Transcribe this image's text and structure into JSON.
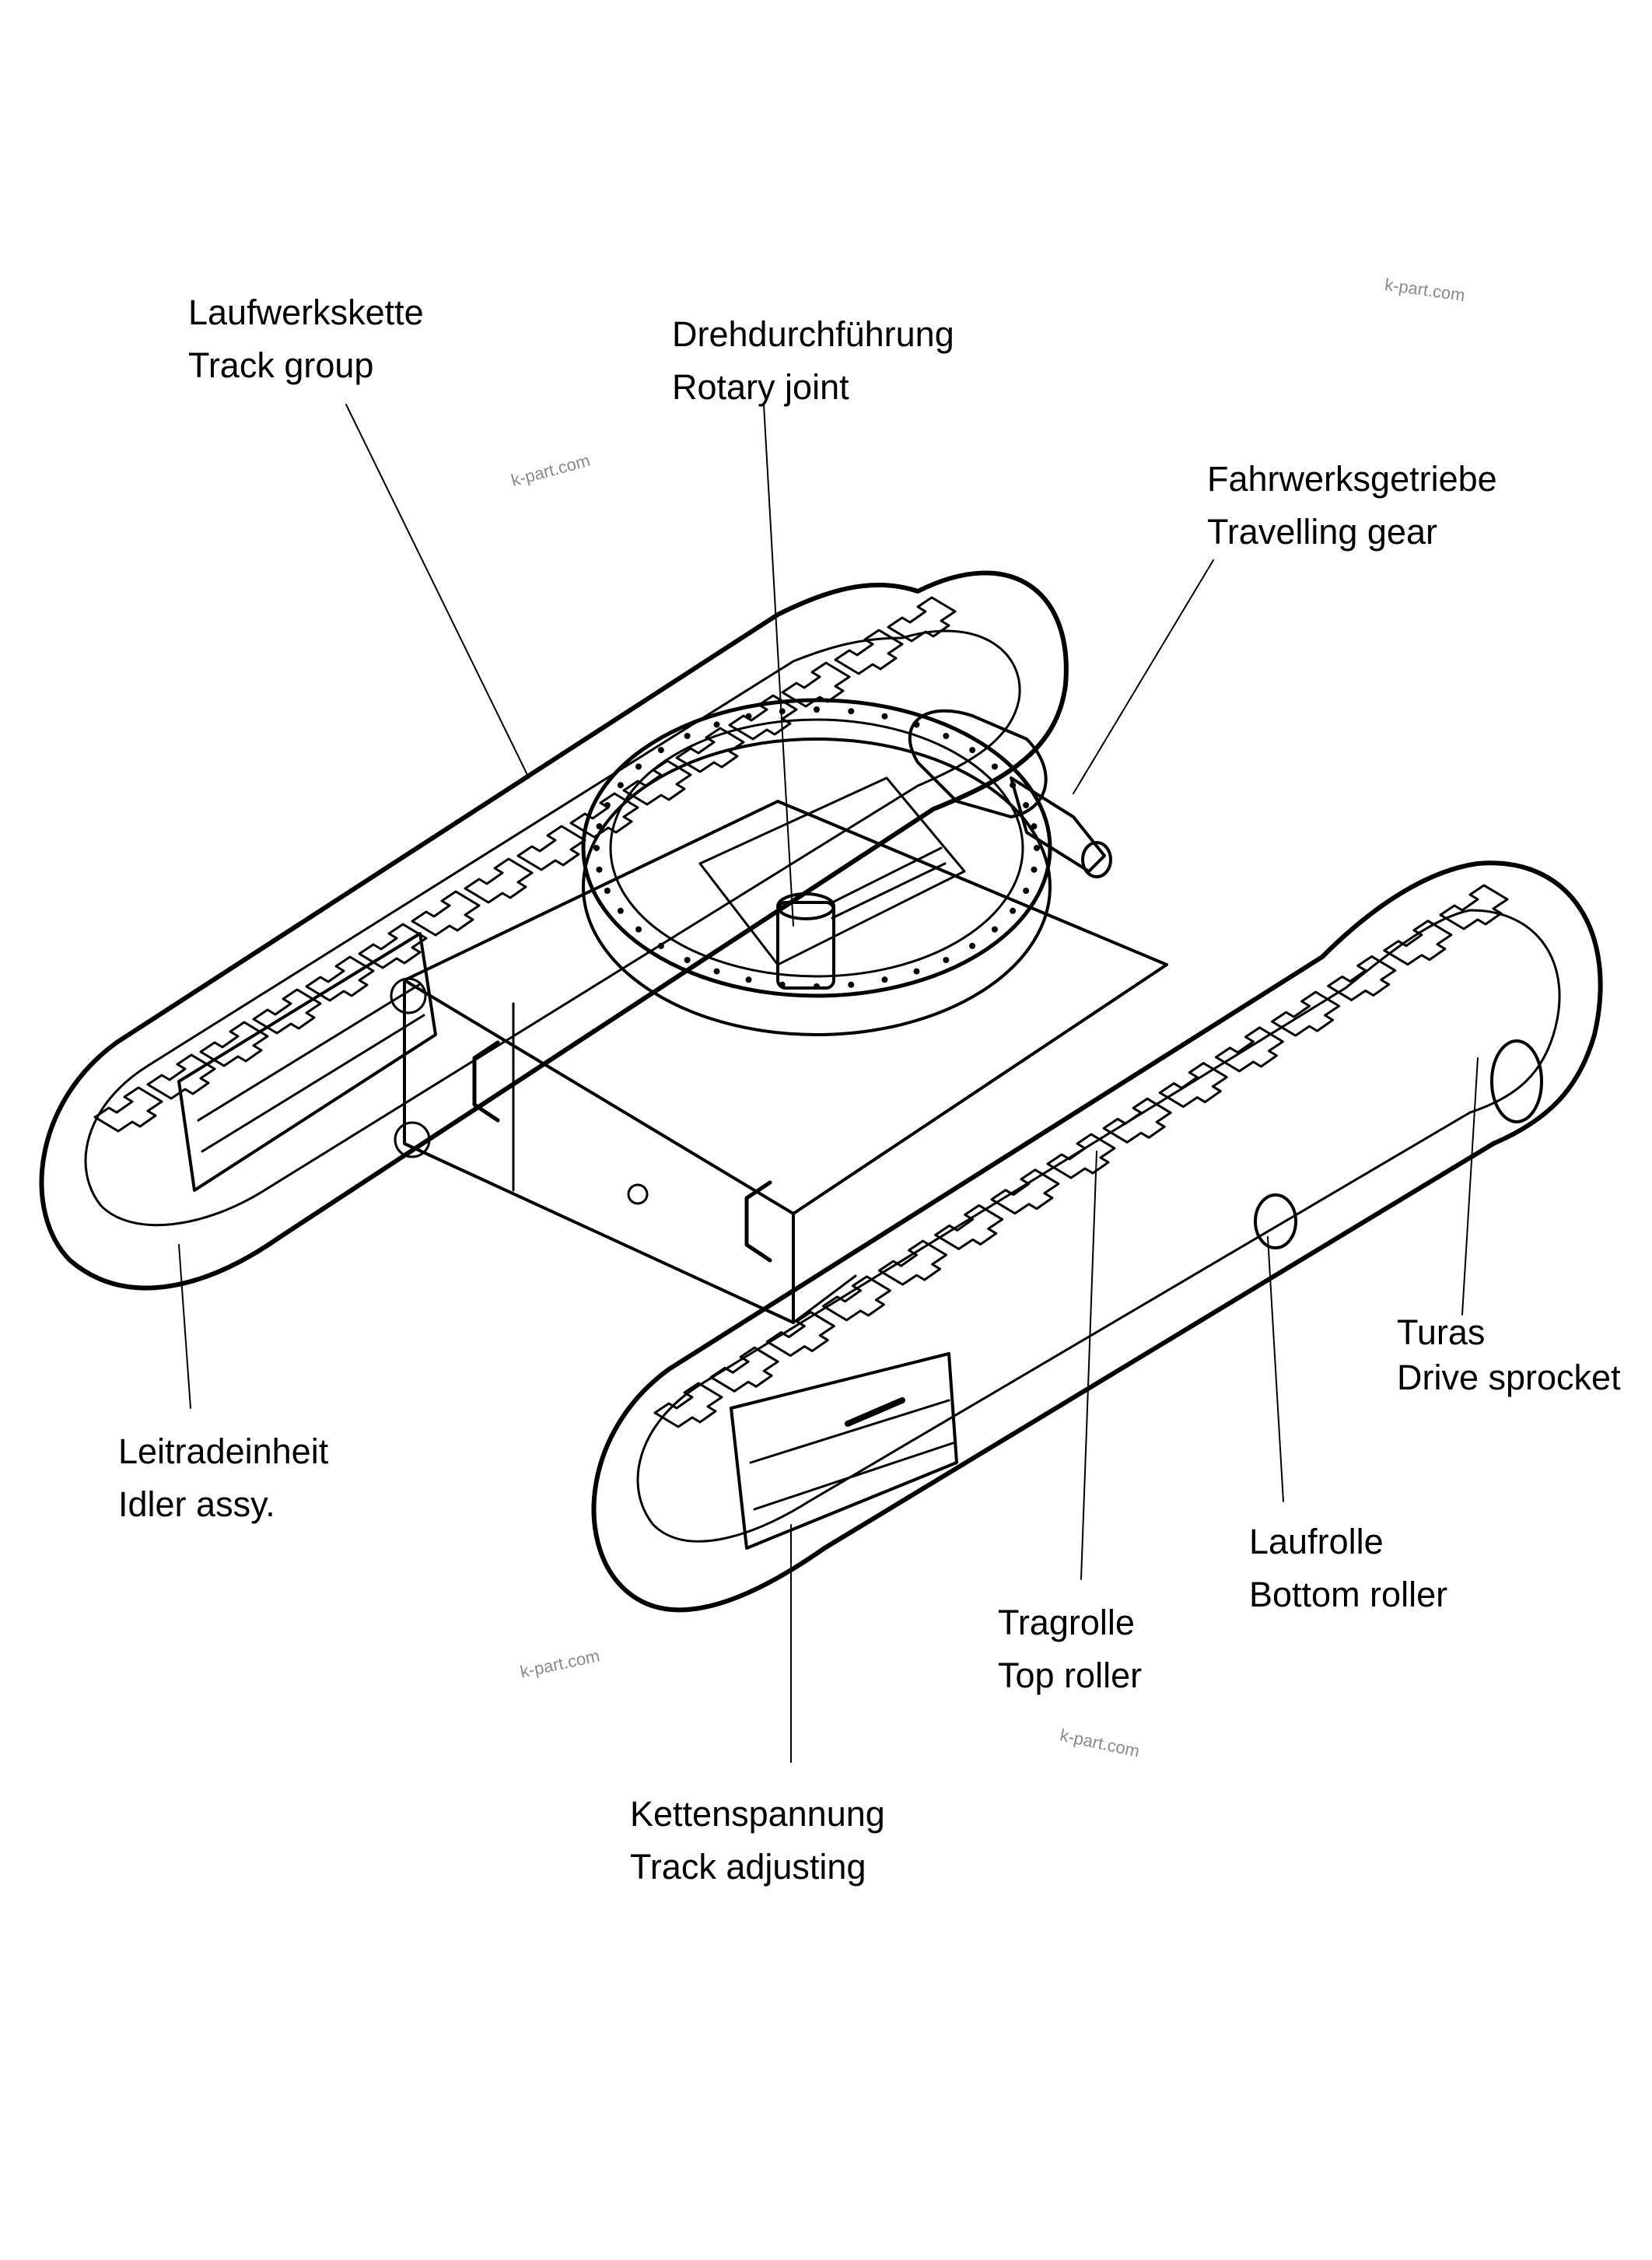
{
  "labels": {
    "track_group": {
      "de": "Laufwerkskette",
      "en": "Track group"
    },
    "rotary_joint": {
      "de": "Drehdurchführung",
      "en": "Rotary joint"
    },
    "travelling_gear": {
      "de": "Fahrwerksgetriebe",
      "en": "Travelling gear"
    },
    "drive_sprocket": {
      "de": "Turas",
      "en": "Drive sprocket"
    },
    "idler": {
      "de": "Leitradeinheit",
      "en": "Idler assy."
    },
    "bottom_roller": {
      "de": "Laufrolle",
      "en": "Bottom roller"
    },
    "top_roller": {
      "de": "Tragrolle",
      "en": "Top roller"
    },
    "track_adjusting": {
      "de": "Kettenspannung",
      "en": "Track adjusting"
    }
  },
  "watermarks": [
    "k-part.com",
    "k-part.com",
    "k-part.com",
    "k-part.com"
  ]
}
